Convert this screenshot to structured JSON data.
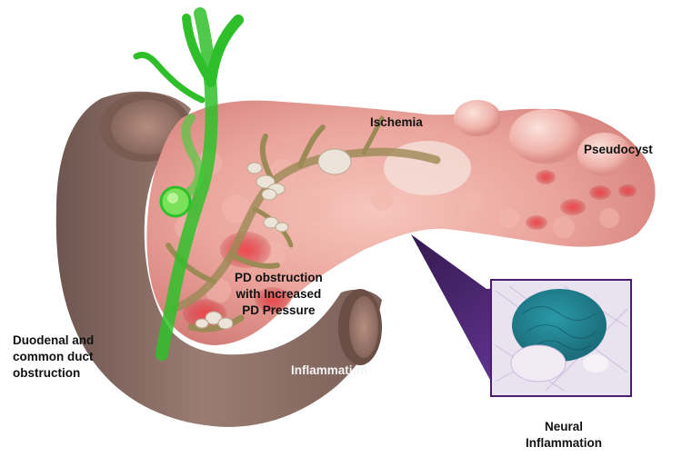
{
  "labels": {
    "ischemia": "Ischemia",
    "pseudocyst": "Pseudocyst",
    "pd_obstruction": [
      "PD obstruction",
      "with Increased",
      "PD Pressure"
    ],
    "duodenal": [
      "Duodenal and",
      "common duct",
      "obstruction"
    ],
    "inflammation": "Inflammation",
    "neural_inflammation": [
      "Neural",
      "Inflammation"
    ]
  },
  "colors": {
    "pancreas": "#e9a39c",
    "duodenum": "#8c6f66",
    "bile_duct": "#2fbf2a",
    "inset_border": "#4b1d72",
    "pseudocyst": "#d8343c"
  }
}
